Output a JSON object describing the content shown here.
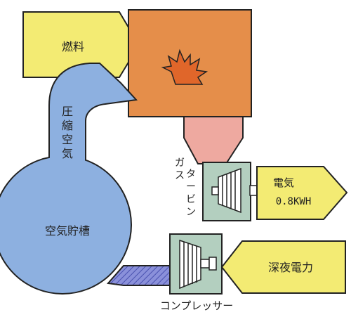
{
  "diagram": {
    "fuel_label": "燃料",
    "compressed_air_chars": [
      "圧",
      "縮",
      "空",
      "気"
    ],
    "air_tank_label": "空気貯槽",
    "gas_turbine_chars": [
      "ガ",
      "ス"
    ],
    "turbine_chars": [
      "タ",
      "ー",
      "ビ",
      "ン"
    ],
    "electricity_label": "電気",
    "electricity_value": "0.8KWH",
    "night_power_label": "深夜電力",
    "compressor_label": "コンプレッサー",
    "colors": {
      "fuel_arrow": "#f3eb73",
      "combustor": "#e58e4a",
      "flame": "#e0662a",
      "nozzle": "#eea9a0",
      "air": "#8db0e0",
      "machine": "#b3cfbf",
      "pipe_hatch": "#6f76c9",
      "outline": "#222222"
    }
  }
}
